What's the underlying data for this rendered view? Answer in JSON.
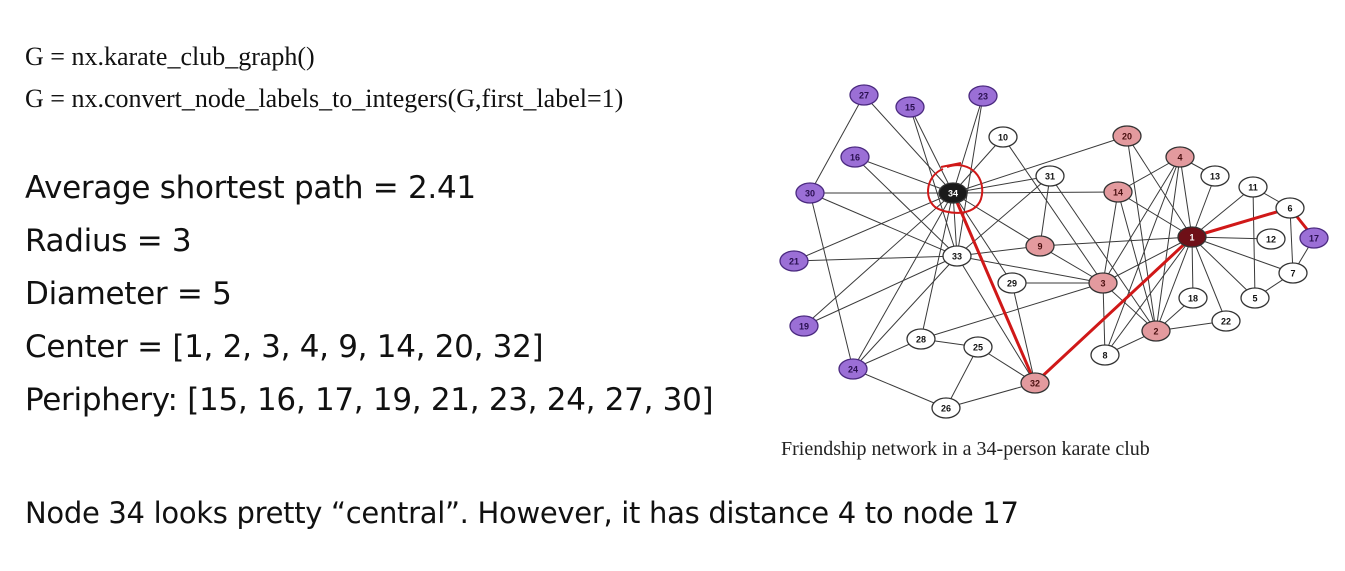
{
  "code_lines": [
    "G = nx.karate_club_graph()",
    "G = nx.convert_node_labels_to_integers(G,first_label=1)"
  ],
  "stats": {
    "average_shortest_path": "Average shortest path = 2.41",
    "radius": "Radius = 3",
    "diameter": "Diameter = 5",
    "center": "Center = [1, 2, 3, 4, 9, 14, 20, 32]",
    "periphery": "Periphery: [15, 16, 17, 19, 21, 23, 24, 27, 30]"
  },
  "figure_caption": "Friendship network in a 34-person karate club",
  "note": "Node 34 looks pretty “central”.  However, it has distance 4 to node 17",
  "colors": {
    "purple": "#9b6fd6",
    "pink": "#e39a9e",
    "white": "#ffffff",
    "dark_red": "#6e0f17",
    "black_node": "#1a1a1a",
    "highlight": "#d01818"
  },
  "graph": {
    "nodes": [
      {
        "id": "1",
        "type": "dark-red"
      },
      {
        "id": "2",
        "type": "pink"
      },
      {
        "id": "3",
        "type": "pink"
      },
      {
        "id": "4",
        "type": "pink"
      },
      {
        "id": "5",
        "type": "white"
      },
      {
        "id": "6",
        "type": "white"
      },
      {
        "id": "7",
        "type": "white"
      },
      {
        "id": "8",
        "type": "white"
      },
      {
        "id": "9",
        "type": "pink"
      },
      {
        "id": "10",
        "type": "white"
      },
      {
        "id": "11",
        "type": "white"
      },
      {
        "id": "12",
        "type": "white"
      },
      {
        "id": "13",
        "type": "white"
      },
      {
        "id": "14",
        "type": "pink"
      },
      {
        "id": "15",
        "type": "purple"
      },
      {
        "id": "16",
        "type": "purple"
      },
      {
        "id": "17",
        "type": "purple"
      },
      {
        "id": "18",
        "type": "white"
      },
      {
        "id": "19",
        "type": "purple"
      },
      {
        "id": "20",
        "type": "pink"
      },
      {
        "id": "21",
        "type": "purple"
      },
      {
        "id": "22",
        "type": "white"
      },
      {
        "id": "23",
        "type": "purple"
      },
      {
        "id": "24",
        "type": "purple"
      },
      {
        "id": "25",
        "type": "white"
      },
      {
        "id": "26",
        "type": "white"
      },
      {
        "id": "27",
        "type": "purple"
      },
      {
        "id": "28",
        "type": "white"
      },
      {
        "id": "29",
        "type": "white"
      },
      {
        "id": "30",
        "type": "purple"
      },
      {
        "id": "31",
        "type": "white"
      },
      {
        "id": "32",
        "type": "pink"
      },
      {
        "id": "33",
        "type": "white"
      },
      {
        "id": "34",
        "type": "black"
      }
    ],
    "edges": [
      [
        "1",
        "2"
      ],
      [
        "1",
        "3"
      ],
      [
        "1",
        "4"
      ],
      [
        "1",
        "5"
      ],
      [
        "1",
        "6"
      ],
      [
        "1",
        "7"
      ],
      [
        "1",
        "8"
      ],
      [
        "1",
        "9"
      ],
      [
        "1",
        "11"
      ],
      [
        "1",
        "12"
      ],
      [
        "1",
        "13"
      ],
      [
        "1",
        "14"
      ],
      [
        "1",
        "18"
      ],
      [
        "1",
        "20"
      ],
      [
        "1",
        "22"
      ],
      [
        "1",
        "32"
      ],
      [
        "2",
        "3"
      ],
      [
        "2",
        "4"
      ],
      [
        "2",
        "8"
      ],
      [
        "2",
        "14"
      ],
      [
        "2",
        "18"
      ],
      [
        "2",
        "20"
      ],
      [
        "2",
        "22"
      ],
      [
        "2",
        "31"
      ],
      [
        "3",
        "4"
      ],
      [
        "3",
        "8"
      ],
      [
        "3",
        "9"
      ],
      [
        "3",
        "10"
      ],
      [
        "3",
        "14"
      ],
      [
        "3",
        "28"
      ],
      [
        "3",
        "29"
      ],
      [
        "3",
        "33"
      ],
      [
        "4",
        "8"
      ],
      [
        "4",
        "13"
      ],
      [
        "4",
        "14"
      ],
      [
        "5",
        "7"
      ],
      [
        "5",
        "11"
      ],
      [
        "6",
        "7"
      ],
      [
        "6",
        "11"
      ],
      [
        "6",
        "17"
      ],
      [
        "7",
        "17"
      ],
      [
        "9",
        "31"
      ],
      [
        "9",
        "33"
      ],
      [
        "9",
        "34"
      ],
      [
        "10",
        "34"
      ],
      [
        "14",
        "34"
      ],
      [
        "15",
        "33"
      ],
      [
        "15",
        "34"
      ],
      [
        "16",
        "33"
      ],
      [
        "16",
        "34"
      ],
      [
        "19",
        "33"
      ],
      [
        "19",
        "34"
      ],
      [
        "20",
        "34"
      ],
      [
        "21",
        "33"
      ],
      [
        "21",
        "34"
      ],
      [
        "23",
        "33"
      ],
      [
        "23",
        "34"
      ],
      [
        "24",
        "26"
      ],
      [
        "24",
        "28"
      ],
      [
        "24",
        "30"
      ],
      [
        "24",
        "33"
      ],
      [
        "24",
        "34"
      ],
      [
        "25",
        "26"
      ],
      [
        "25",
        "28"
      ],
      [
        "25",
        "32"
      ],
      [
        "26",
        "32"
      ],
      [
        "27",
        "30"
      ],
      [
        "27",
        "34"
      ],
      [
        "28",
        "34"
      ],
      [
        "29",
        "32"
      ],
      [
        "29",
        "34"
      ],
      [
        "30",
        "33"
      ],
      [
        "30",
        "34"
      ],
      [
        "31",
        "33"
      ],
      [
        "31",
        "34"
      ],
      [
        "32",
        "33"
      ],
      [
        "32",
        "34"
      ],
      [
        "33",
        "34"
      ]
    ],
    "highlight_path": [
      "34",
      "32",
      "1",
      "6",
      "17"
    ]
  }
}
